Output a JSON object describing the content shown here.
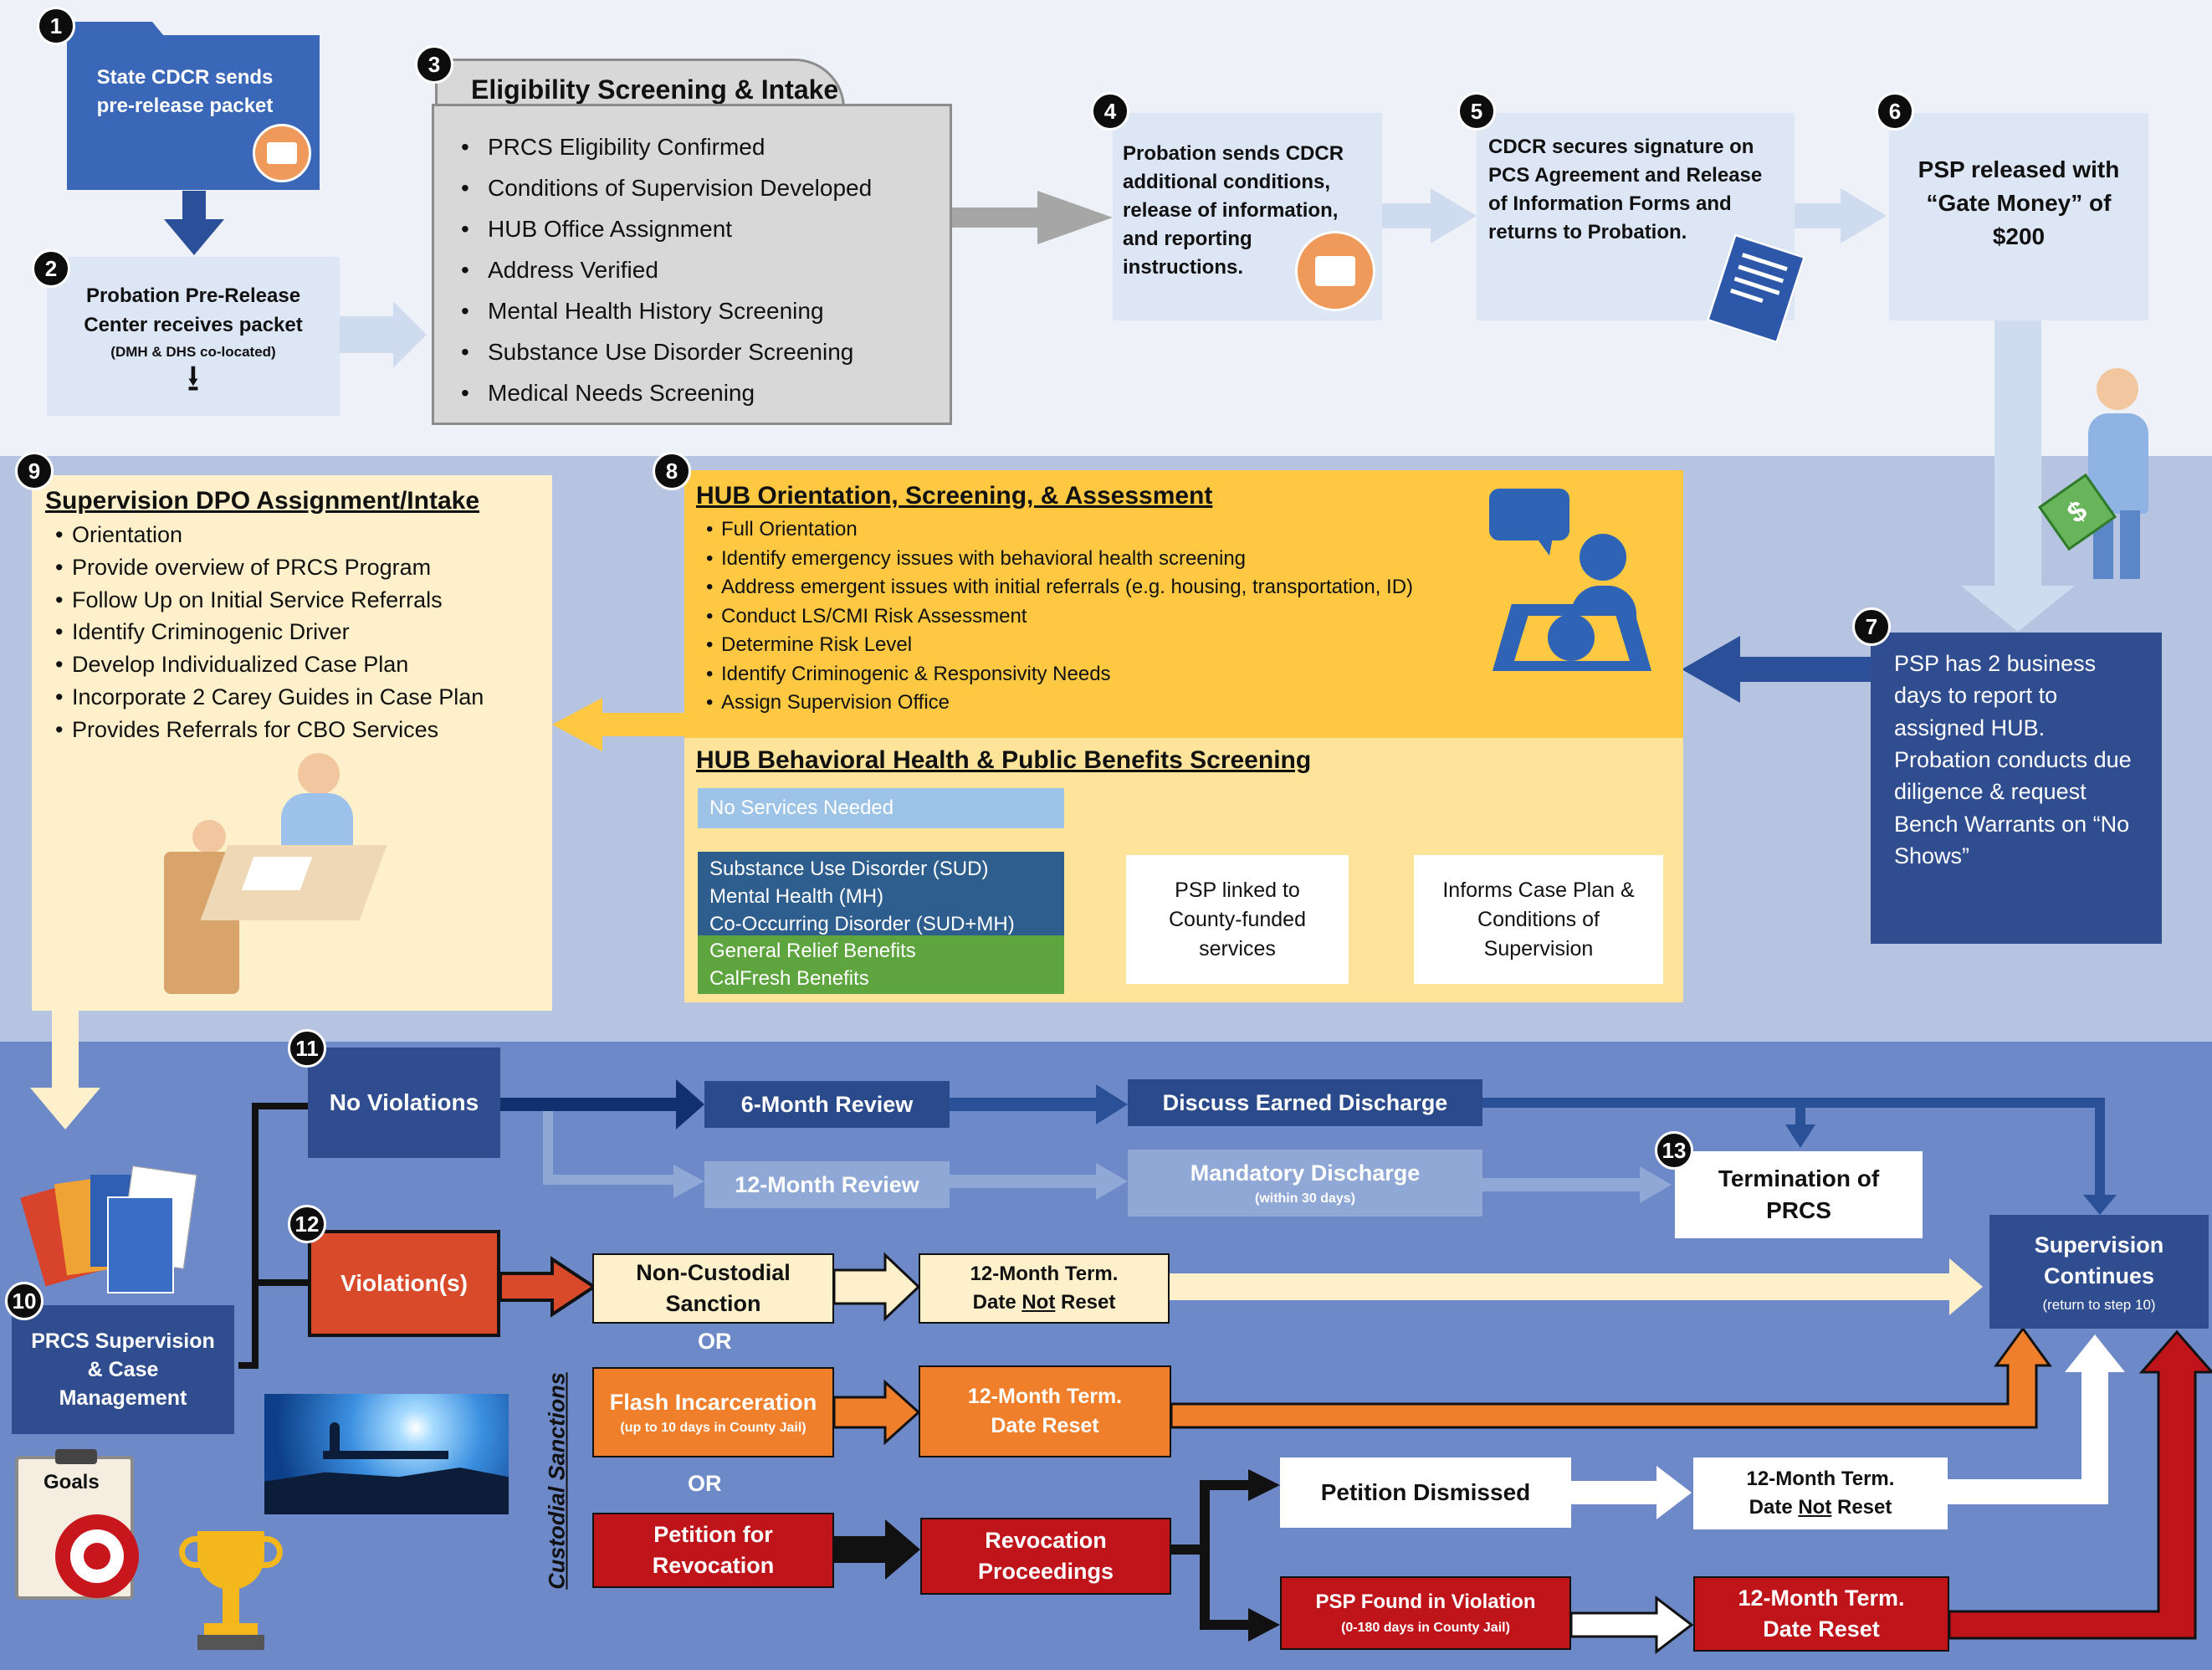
{
  "step_numbers": {
    "s1": "1",
    "s2": "2",
    "s3": "3",
    "s4": "4",
    "s5": "5",
    "s6": "6",
    "s7": "7",
    "s8": "8",
    "s9": "9",
    "s10": "10",
    "s11": "11",
    "s12": "12",
    "s13": "13"
  },
  "step1": {
    "text": "State CDCR sends pre-release packet"
  },
  "step2": {
    "title": "Probation Pre-Release Center receives packet",
    "sub": "(DMH & DHS co-located)"
  },
  "step3": {
    "title": "Eligibility Screening & Intake",
    "items": [
      "PRCS Eligibility Confirmed",
      "Conditions of Supervision Developed",
      "HUB Office Assignment",
      "Address Verified",
      "Mental Health History Screening",
      "Substance Use Disorder Screening",
      "Medical Needs Screening"
    ]
  },
  "step4": {
    "text": "Probation sends CDCR additional conditions, release of information, and reporting instructions."
  },
  "step5": {
    "text": "CDCR secures signature on PCS Agreement and Release of Information Forms and returns to Probation."
  },
  "step6": {
    "text": "PSP released with “Gate Money” of $200"
  },
  "step7": {
    "text": "PSP has 2 business days to report to assigned HUB. Probation conducts due diligence & request Bench Warrants on “No Shows”"
  },
  "step8": {
    "title": "HUB Orientation, Screening, & Assessment",
    "items": [
      "Full Orientation",
      "Identify emergency issues with behavioral health screening",
      "Address emergent issues with initial referrals (e.g. housing, transportation, ID)",
      "Conduct LS/CMI Risk Assessment",
      "Determine Risk Level",
      "Identify Criminogenic & Responsivity Needs",
      "Assign Supervision Office"
    ]
  },
  "step8b": {
    "title": "HUB Behavioral Health & Public Benefits Screening",
    "no_services": "No Services Needed",
    "blue_lines": [
      "Substance Use Disorder (SUD)",
      "Mental Health (MH)",
      "Co-Occurring Disorder (SUD+MH)"
    ],
    "green_lines": [
      "General Relief Benefits",
      "CalFresh Benefits"
    ],
    "linked": "PSP linked to County-funded services",
    "informs": "Informs Case Plan & Conditions of Supervision"
  },
  "step9": {
    "title": "Supervision DPO Assignment/Intake",
    "items": [
      "Orientation",
      "Provide overview of PRCS Program",
      "Follow Up on Initial Service Referrals",
      "Identify Criminogenic Driver",
      "Develop Individualized Case Plan",
      "Incorporate 2 Carey Guides in Case Plan",
      "Provides Referrals for CBO Services"
    ]
  },
  "step10": {
    "text": "PRCS Supervision & Case Management"
  },
  "goals_label": "Goals",
  "step11": {
    "label": "No Violations"
  },
  "review6": "6-Month Review",
  "review12": "12-Month Review",
  "earned": "Discuss Earned Discharge",
  "mandatory": {
    "title": "Mandatory Discharge",
    "sub": "(within 30 days)"
  },
  "step13": {
    "text": "Termination of PRCS"
  },
  "supervision_continues": {
    "title": "Supervision Continues",
    "sub": "(return to step 10)"
  },
  "step12": {
    "label": "Violation(s)"
  },
  "noncustodial": "Non-Custodial Sanction",
  "term_not_reset": {
    "line1": "12-Month Term.",
    "line2a": "Date ",
    "line2u": "Not",
    "line2b": " Reset"
  },
  "or1": "OR",
  "or2": "OR",
  "custodial_label": "Custodial Sanctions",
  "flash": {
    "title": "Flash Incarceration",
    "sub": "(up to 10 days in County Jail)"
  },
  "term_reset_orange": {
    "line1": "12-Month Term.",
    "line2": "Date Reset"
  },
  "petition": "Petition for Revocation",
  "revocation": "Revocation Proceedings",
  "dismissed": "Petition Dismissed",
  "term_not_reset2": {
    "line1": "12-Month Term.",
    "line2a": "Date ",
    "line2u": "Not",
    "line2b": " Reset"
  },
  "found": {
    "title": "PSP Found in Violation",
    "sub": "(0-180 days in County Jail)"
  },
  "term_reset_red": {
    "line1": "12-Month Term.",
    "line2": "Date Reset"
  },
  "colors": {
    "navy": "#2f4d8f",
    "dark_blue": "#26427f",
    "light_box": "#dce6f4",
    "yellow": "#fec842",
    "cream": "#fdf0cb",
    "orange": "#ef7f2b",
    "red": "#c0141b",
    "green": "#5ea43f",
    "gray": "#d8d8d8"
  }
}
